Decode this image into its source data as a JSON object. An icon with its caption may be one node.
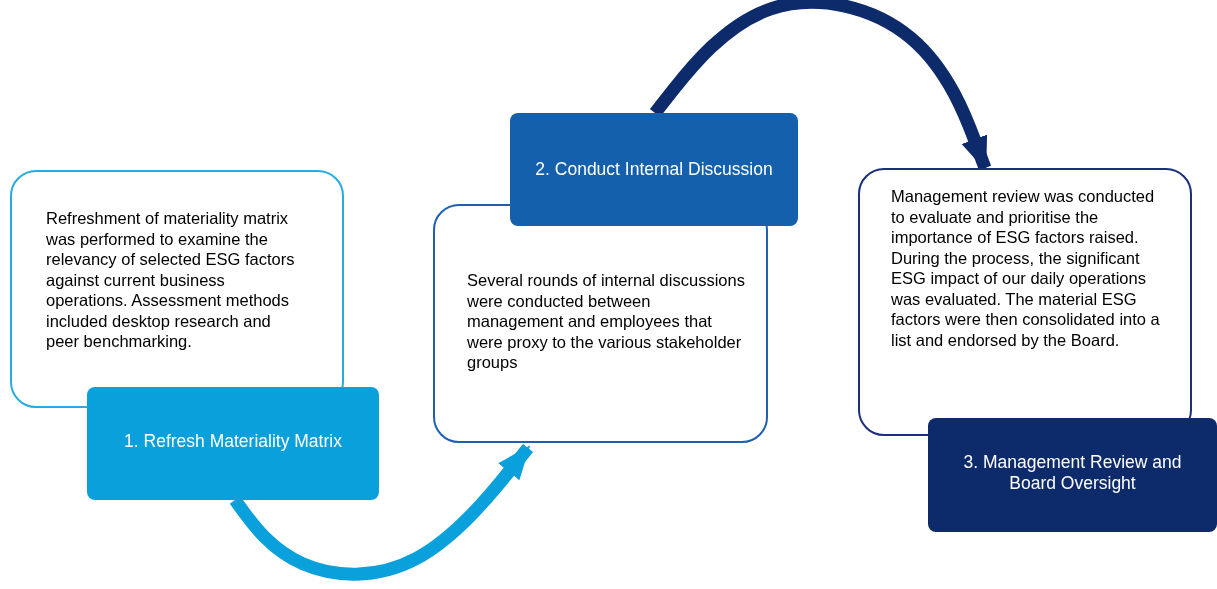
{
  "diagram": {
    "nodes": [
      {
        "text": [
          "Refreshment of materiality matrix was performed to examine the relevancy of selected ESG factors against current business operations. Assessment methods included desktop research and peer benchmarking."
        ]
      },
      {
        "text": [
          "1. Refresh Materiality Matrix"
        ]
      },
      {
        "text": [
          "Several rounds of internal discussions were conducted between management and employees that were proxy to the various stakeholder groups"
        ]
      },
      {
        "text": [
          "2. Conduct Internal Discussion"
        ]
      },
      {
        "text": [
          "Management review was conducted to evaluate and prioritise the importance of ESG factors raised. During the process, the significant ESG impact of our daily operations was evaluated. The material ESG factors were then consolidated into a list and endorsed by the Board."
        ]
      },
      {
        "text": [
          "3. Management Review and Board Oversight"
        ]
      }
    ],
    "edges": [
      {
        "from": 1,
        "to": 2,
        "arrow": "to",
        "color": "#0aa0dc"
      },
      {
        "from": 3,
        "to": 4,
        "arrow": "to",
        "color": "#0d2b6b"
      }
    ]
  }
}
